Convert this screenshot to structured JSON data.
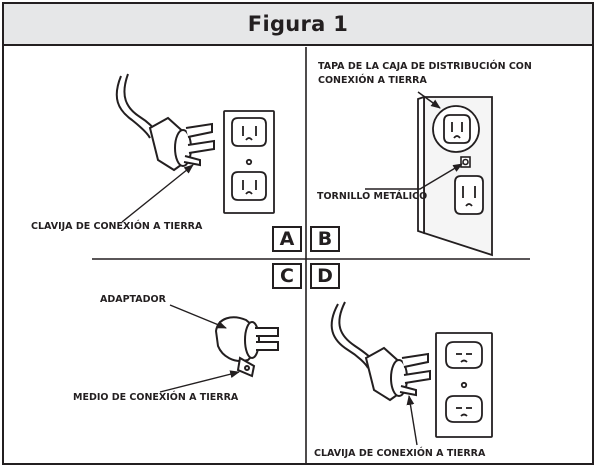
{
  "figure": {
    "title": "Figura 1",
    "panels": [
      "A",
      "B",
      "C",
      "D"
    ],
    "labels": {
      "grounding_pin_a": "CLAVIJA DE CONEXIÓN A TIERRA",
      "box_cover_line1": "TAPA DE LA CAJA DE DISTRIBUCIÓN CON",
      "box_cover_line2": "CONEXIÓN A TIERRA",
      "metal_screw": "TORNILLO METÁLICO",
      "adapter": "ADAPTADOR",
      "grounding_means": "MEDIO DE CONEXIÓN A TIERRA",
      "grounding_pin_d": "CLAVIJA DE CONEXIÓN A TIERRA"
    },
    "colors": {
      "line": "#231f20",
      "header_bg": "#e6e7e8",
      "wall": "#f5f5f5"
    },
    "icons": [
      "plug-icon",
      "outlet-icon",
      "adapter-icon",
      "screw-icon"
    ]
  }
}
